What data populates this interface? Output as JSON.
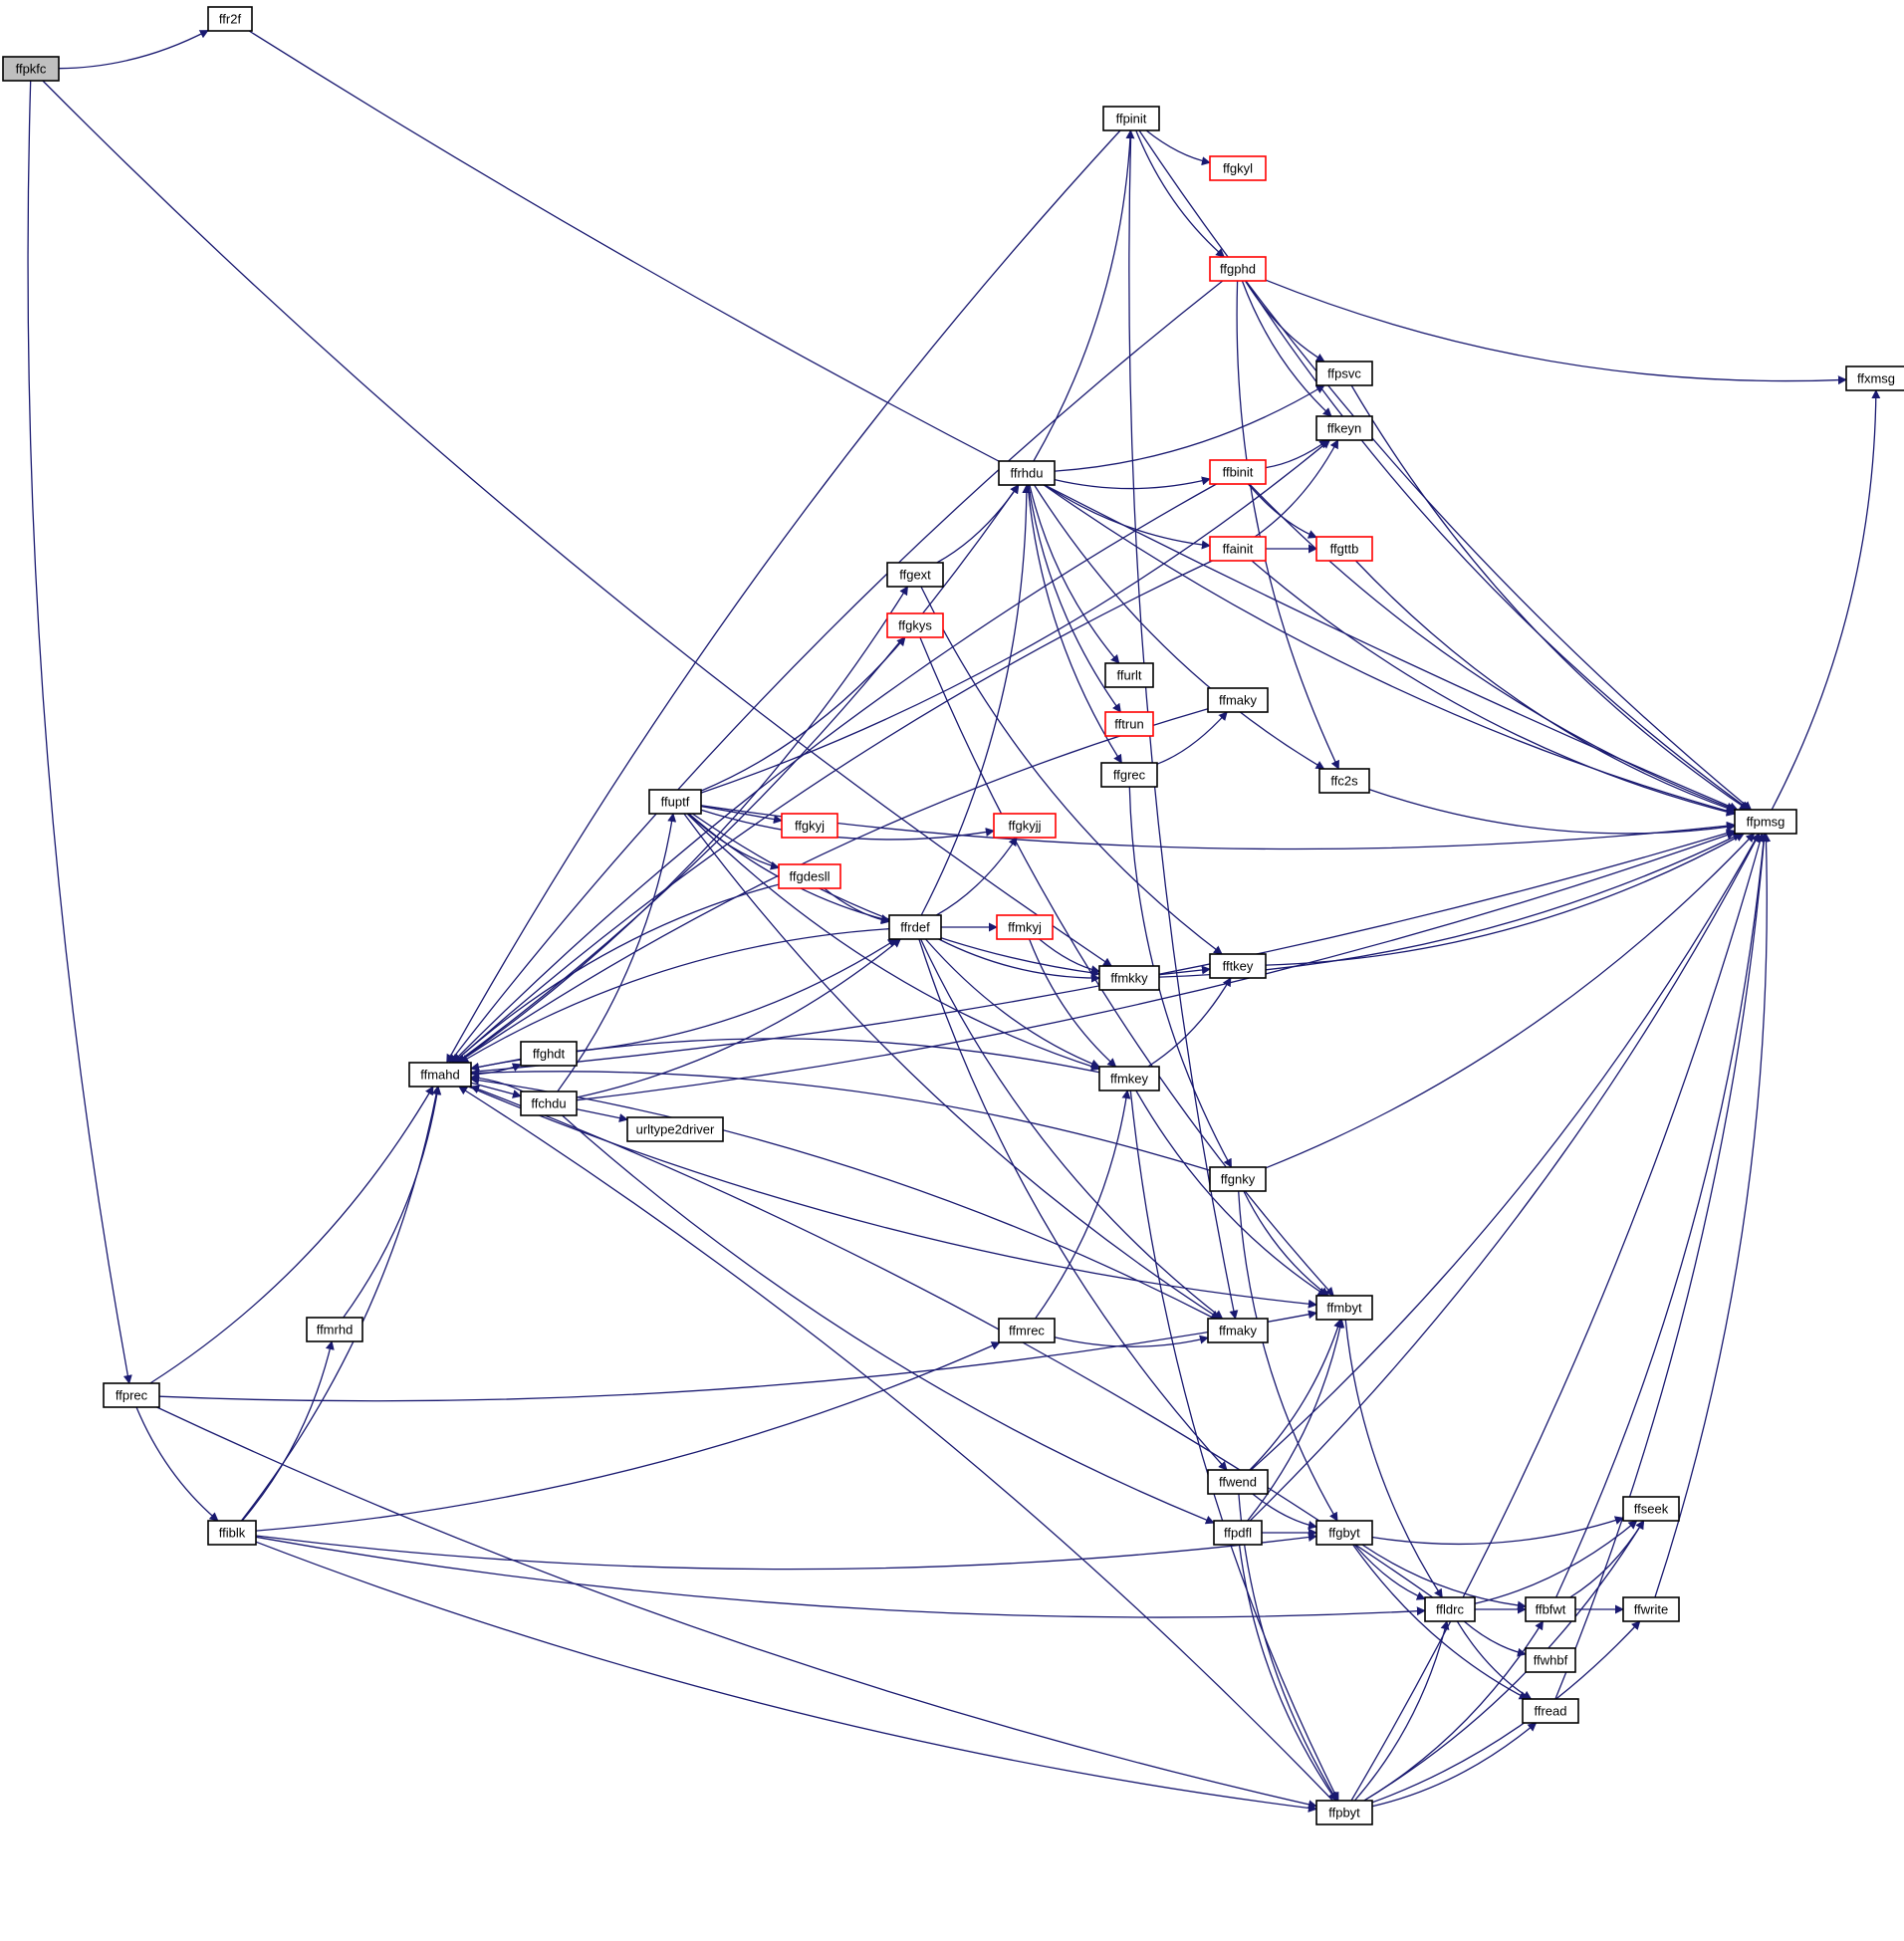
{
  "colors": {
    "edge": "#191970",
    "node_border_default": "#000000",
    "node_border_truncated": "#ff0000",
    "node_fill_default": "#ffffff",
    "node_fill_root": "#bfbfbf"
  },
  "nodes": [
    {
      "id": "ffpkfc",
      "label": "ffpkfc",
      "kind": "root"
    },
    {
      "id": "ffr2f",
      "label": "ffr2f",
      "kind": "normal"
    },
    {
      "id": "ffpinit",
      "label": "ffpinit",
      "kind": "normal"
    },
    {
      "id": "ffgkyl",
      "label": "ffgkyl",
      "kind": "truncated"
    },
    {
      "id": "ffgphd",
      "label": "ffgphd",
      "kind": "truncated"
    },
    {
      "id": "ffxmsg",
      "label": "ffxmsg",
      "kind": "normal"
    },
    {
      "id": "ffpsvc",
      "label": "ffpsvc",
      "kind": "normal"
    },
    {
      "id": "ffkeyn",
      "label": "ffkeyn",
      "kind": "normal"
    },
    {
      "id": "ffrhdu",
      "label": "ffrhdu",
      "kind": "normal"
    },
    {
      "id": "ffbinit",
      "label": "ffbinit",
      "kind": "truncated"
    },
    {
      "id": "ffainit",
      "label": "ffainit",
      "kind": "truncated"
    },
    {
      "id": "ffgttb",
      "label": "ffgttb",
      "kind": "truncated"
    },
    {
      "id": "ffgext",
      "label": "ffgext",
      "kind": "normal"
    },
    {
      "id": "ffgkys",
      "label": "ffgkys",
      "kind": "truncated"
    },
    {
      "id": "ffurlt",
      "label": "ffurlt",
      "kind": "normal"
    },
    {
      "id": "fftrun",
      "label": "fftrun",
      "kind": "truncated"
    },
    {
      "id": "ffmaky_top",
      "label": "ffmaky",
      "kind": "normal"
    },
    {
      "id": "ffgrec",
      "label": "ffgrec",
      "kind": "normal"
    },
    {
      "id": "ffc2s",
      "label": "ffc2s",
      "kind": "normal"
    },
    {
      "id": "ffpmsg",
      "label": "ffpmsg",
      "kind": "normal"
    },
    {
      "id": "ffuptf",
      "label": "ffuptf",
      "kind": "normal"
    },
    {
      "id": "ffgkyj",
      "label": "ffgkyj",
      "kind": "truncated"
    },
    {
      "id": "ffgkyjj",
      "label": "ffgkyjj",
      "kind": "truncated"
    },
    {
      "id": "ffgdesll",
      "label": "ffgdesll",
      "kind": "truncated"
    },
    {
      "id": "ffrdef",
      "label": "ffrdef",
      "kind": "normal"
    },
    {
      "id": "ffmkyj",
      "label": "ffmkyj",
      "kind": "truncated"
    },
    {
      "id": "ffmkky",
      "label": "ffmkky",
      "kind": "normal"
    },
    {
      "id": "fftkey",
      "label": "fftkey",
      "kind": "normal"
    },
    {
      "id": "ffghdt",
      "label": "ffghdt",
      "kind": "normal"
    },
    {
      "id": "ffmahd",
      "label": "ffmahd",
      "kind": "normal"
    },
    {
      "id": "ffchdu",
      "label": "ffchdu",
      "kind": "normal"
    },
    {
      "id": "urltype2driver",
      "label": "urltype2driver",
      "kind": "normal"
    },
    {
      "id": "ffmkey",
      "label": "ffmkey",
      "kind": "normal"
    },
    {
      "id": "ffgnky",
      "label": "ffgnky",
      "kind": "normal"
    },
    {
      "id": "ffmbyt",
      "label": "ffmbyt",
      "kind": "normal"
    },
    {
      "id": "ffmrhd",
      "label": "ffmrhd",
      "kind": "normal"
    },
    {
      "id": "ffmrec",
      "label": "ffmrec",
      "kind": "normal"
    },
    {
      "id": "ffmaky",
      "label": "ffmaky",
      "kind": "normal"
    },
    {
      "id": "ffprec",
      "label": "ffprec",
      "kind": "normal"
    },
    {
      "id": "ffwend",
      "label": "ffwend",
      "kind": "normal"
    },
    {
      "id": "ffseek",
      "label": "ffseek",
      "kind": "normal"
    },
    {
      "id": "ffiblk",
      "label": "ffiblk",
      "kind": "normal"
    },
    {
      "id": "ffpdfl",
      "label": "ffpdfl",
      "kind": "normal"
    },
    {
      "id": "ffgbyt",
      "label": "ffgbyt",
      "kind": "normal"
    },
    {
      "id": "ffldrc",
      "label": "ffldrc",
      "kind": "normal"
    },
    {
      "id": "ffbfwt",
      "label": "ffbfwt",
      "kind": "normal"
    },
    {
      "id": "ffwrite",
      "label": "ffwrite",
      "kind": "normal"
    },
    {
      "id": "ffwhbf",
      "label": "ffwhbf",
      "kind": "normal"
    },
    {
      "id": "ffread",
      "label": "ffread",
      "kind": "normal"
    },
    {
      "id": "ffpbyt",
      "label": "ffpbyt",
      "kind": "normal"
    }
  ],
  "edges": [
    [
      "ffpkfc",
      "ffr2f"
    ],
    [
      "ffpkfc",
      "ffprec"
    ],
    [
      "ffpkfc",
      "ffmkky"
    ],
    [
      "ffr2f",
      "ffpmsg"
    ],
    [
      "ffpinit",
      "ffgkyl"
    ],
    [
      "ffpinit",
      "ffgphd"
    ],
    [
      "ffpinit",
      "ffmahd"
    ],
    [
      "ffpinit",
      "ffpmsg"
    ],
    [
      "ffpinit",
      "ffmaky"
    ],
    [
      "ffgphd",
      "ffxmsg"
    ],
    [
      "ffgphd",
      "ffpsvc"
    ],
    [
      "ffgphd",
      "ffkeyn"
    ],
    [
      "ffgphd",
      "ffmahd"
    ],
    [
      "ffgphd",
      "ffpmsg"
    ],
    [
      "ffgphd",
      "ffc2s"
    ],
    [
      "ffpsvc",
      "ffpmsg"
    ],
    [
      "ffrhdu",
      "ffpinit"
    ],
    [
      "ffrhdu",
      "ffpsvc"
    ],
    [
      "ffrhdu",
      "ffbinit"
    ],
    [
      "ffrhdu",
      "ffainit"
    ],
    [
      "ffrhdu",
      "ffurlt"
    ],
    [
      "ffrhdu",
      "fftrun"
    ],
    [
      "ffrhdu",
      "ffgrec"
    ],
    [
      "ffrhdu",
      "ffc2s"
    ],
    [
      "ffrhdu",
      "ffpmsg"
    ],
    [
      "ffbinit",
      "ffkeyn"
    ],
    [
      "ffbinit",
      "ffgttb"
    ],
    [
      "ffbinit",
      "ffpmsg"
    ],
    [
      "ffbinit",
      "ffmahd"
    ],
    [
      "ffainit",
      "ffkeyn"
    ],
    [
      "ffainit",
      "ffgttb"
    ],
    [
      "ffainit",
      "ffpmsg"
    ],
    [
      "ffainit",
      "ffmahd"
    ],
    [
      "ffgttb",
      "ffpmsg"
    ],
    [
      "ffgext",
      "ffrhdu"
    ],
    [
      "ffgext",
      "fftkey"
    ],
    [
      "ffgkys",
      "ffmbyt"
    ],
    [
      "ffmaky_top",
      "ffmahd"
    ],
    [
      "ffgrec",
      "ffmaky_top"
    ],
    [
      "ffgrec",
      "ffgnky"
    ],
    [
      "ffc2s",
      "ffpmsg"
    ],
    [
      "ffpmsg",
      "ffxmsg"
    ],
    [
      "ffuptf",
      "ffgkyj"
    ],
    [
      "ffuptf",
      "ffgkyjj"
    ],
    [
      "ffuptf",
      "ffgdesll"
    ],
    [
      "ffuptf",
      "ffrdef"
    ],
    [
      "ffuptf",
      "ffmkey"
    ],
    [
      "ffuptf",
      "ffgkys"
    ],
    [
      "ffuptf",
      "ffmkky"
    ],
    [
      "ffuptf",
      "ffkeyn"
    ],
    [
      "ffuptf",
      "ffmaky"
    ],
    [
      "ffuptf",
      "ffpmsg"
    ],
    [
      "ffgdesll",
      "ffrdef"
    ],
    [
      "ffgdesll",
      "ffmahd"
    ],
    [
      "ffrdef",
      "ffrhdu"
    ],
    [
      "ffrdef",
      "ffgkyjj"
    ],
    [
      "ffrdef",
      "ffmkyj"
    ],
    [
      "ffrdef",
      "ffmkky"
    ],
    [
      "ffrdef",
      "ffmkey"
    ],
    [
      "ffrdef",
      "ffmaky"
    ],
    [
      "ffrdef",
      "ffwend"
    ],
    [
      "ffrdef",
      "ffmahd"
    ],
    [
      "ffmkyj",
      "ffmkky"
    ],
    [
      "ffmkyj",
      "ffmkey"
    ],
    [
      "ffmkky",
      "fftkey"
    ],
    [
      "ffmkky",
      "ffpmsg"
    ],
    [
      "fftkey",
      "ffpmsg"
    ],
    [
      "ffghdt",
      "ffmahd"
    ],
    [
      "ffghdt",
      "ffrdef"
    ],
    [
      "ffmahd",
      "ffrhdu"
    ],
    [
      "ffmahd",
      "ffgext"
    ],
    [
      "ffmahd",
      "ffghdt"
    ],
    [
      "ffmahd",
      "ffchdu"
    ],
    [
      "ffmahd",
      "ffmbyt"
    ],
    [
      "ffmahd",
      "ffpmsg"
    ],
    [
      "ffchdu",
      "ffmahd"
    ],
    [
      "ffchdu",
      "ffuptf"
    ],
    [
      "ffchdu",
      "ffrdef"
    ],
    [
      "ffchdu",
      "urltype2driver"
    ],
    [
      "ffchdu",
      "ffpdfl"
    ],
    [
      "ffchdu",
      "ffpmsg"
    ],
    [
      "ffmkey",
      "fftkey"
    ],
    [
      "ffmkey",
      "ffmbyt"
    ],
    [
      "ffmkey",
      "ffpbyt"
    ],
    [
      "ffmkey",
      "ffmahd"
    ],
    [
      "ffgnky",
      "ffmbyt"
    ],
    [
      "ffgnky",
      "ffgbyt"
    ],
    [
      "ffgnky",
      "ffpmsg"
    ],
    [
      "ffgnky",
      "ffmahd"
    ],
    [
      "ffmbyt",
      "ffldrc"
    ],
    [
      "ffmrhd",
      "ffmahd"
    ],
    [
      "ffmrec",
      "ffmkey"
    ],
    [
      "ffmrec",
      "ffmaky"
    ],
    [
      "ffmaky",
      "ffmahd"
    ],
    [
      "ffprec",
      "ffmahd"
    ],
    [
      "ffprec",
      "ffiblk"
    ],
    [
      "ffprec",
      "ffmbyt"
    ],
    [
      "ffprec",
      "ffpbyt"
    ],
    [
      "ffwend",
      "ffmbyt"
    ],
    [
      "ffwend",
      "ffgbyt"
    ],
    [
      "ffwend",
      "ffpbyt"
    ],
    [
      "ffwend",
      "ffpmsg"
    ],
    [
      "ffiblk",
      "ffmrhd"
    ],
    [
      "ffiblk",
      "ffmahd"
    ],
    [
      "ffiblk",
      "ffmrec"
    ],
    [
      "ffiblk",
      "ffgbyt"
    ],
    [
      "ffiblk",
      "ffpbyt"
    ],
    [
      "ffiblk",
      "ffldrc"
    ],
    [
      "ffpdfl",
      "ffmbyt"
    ],
    [
      "ffpdfl",
      "ffgbyt"
    ],
    [
      "ffpdfl",
      "ffpbyt"
    ],
    [
      "ffpdfl",
      "ffpmsg"
    ],
    [
      "ffgbyt",
      "ffseek"
    ],
    [
      "ffgbyt",
      "ffldrc"
    ],
    [
      "ffgbyt",
      "ffbfwt"
    ],
    [
      "ffgbyt",
      "ffread"
    ],
    [
      "ffldrc",
      "ffseek"
    ],
    [
      "ffldrc",
      "ffbfwt"
    ],
    [
      "ffldrc",
      "ffwhbf"
    ],
    [
      "ffldrc",
      "ffread"
    ],
    [
      "ffldrc",
      "ffmahd"
    ],
    [
      "ffbfwt",
      "ffseek"
    ],
    [
      "ffbfwt",
      "ffwrite"
    ],
    [
      "ffbfwt",
      "ffpmsg"
    ],
    [
      "ffwrite",
      "ffpmsg"
    ],
    [
      "ffread",
      "ffpmsg"
    ],
    [
      "ffpbyt",
      "ffseek"
    ],
    [
      "ffpbyt",
      "ffldrc"
    ],
    [
      "ffpbyt",
      "ffbfwt"
    ],
    [
      "ffpbyt",
      "ffwrite"
    ],
    [
      "ffpbyt",
      "ffread"
    ],
    [
      "ffpbyt",
      "ffmahd"
    ],
    [
      "ffpbyt",
      "ffpmsg"
    ]
  ]
}
